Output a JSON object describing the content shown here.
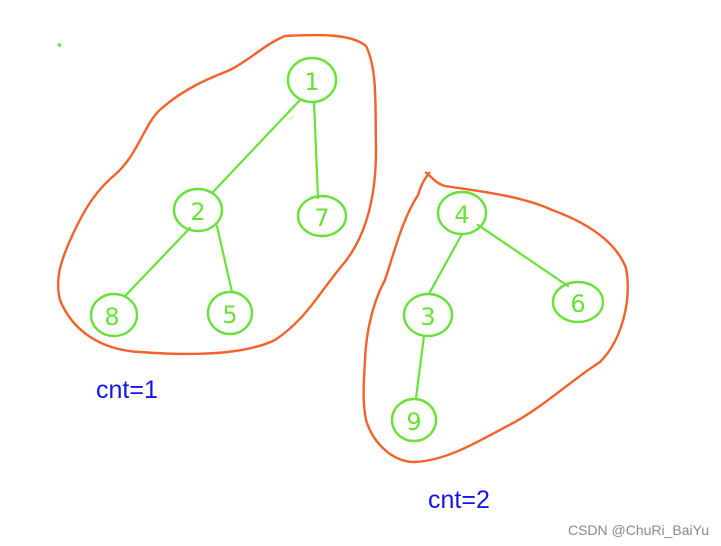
{
  "colors": {
    "background": "#ffffff",
    "node": "#6ae03a",
    "edge": "#6ae03a",
    "group_outline": "#f2622a",
    "caption": "#1414e6",
    "watermark": "#8a8a8a"
  },
  "groups": [
    {
      "nodes": [
        "1",
        "2",
        "7",
        "8",
        "5"
      ],
      "edges": [
        [
          "1",
          "2"
        ],
        [
          "1",
          "7"
        ],
        [
          "2",
          "8"
        ],
        [
          "2",
          "5"
        ]
      ],
      "caption": "cnt=1"
    },
    {
      "nodes": [
        "4",
        "3",
        "6",
        "9"
      ],
      "edges": [
        [
          "4",
          "3"
        ],
        [
          "4",
          "6"
        ],
        [
          "3",
          "9"
        ]
      ],
      "caption": "cnt=2"
    }
  ],
  "watermark": "CSDN @ChuRi_BaiYu"
}
